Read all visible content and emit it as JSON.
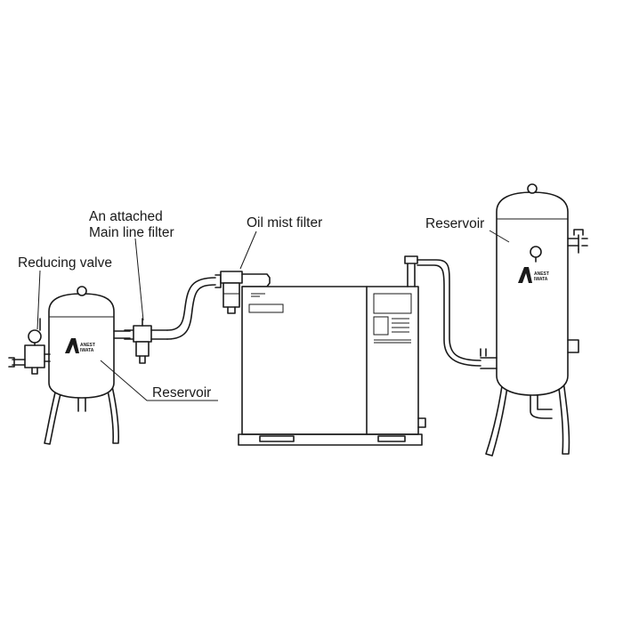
{
  "labels": {
    "attached_filter_line1": "An attached",
    "attached_filter_line2": "Main line filter",
    "oil_mist_filter": "Oil mist filter",
    "reducing_valve": "Reducing valve",
    "reservoir_small": "Reservoir",
    "reservoir_large": "Reservoir"
  },
  "icons": [
    "small-reservoir-tank",
    "large-reservoir-tank",
    "air-compressor-unit",
    "main-line-filter",
    "oil-mist-filter",
    "reducing-valve",
    "pressure-gauge",
    "brand-logo"
  ],
  "colors": {
    "line": "#1a1a1a",
    "background": "#ffffff"
  }
}
